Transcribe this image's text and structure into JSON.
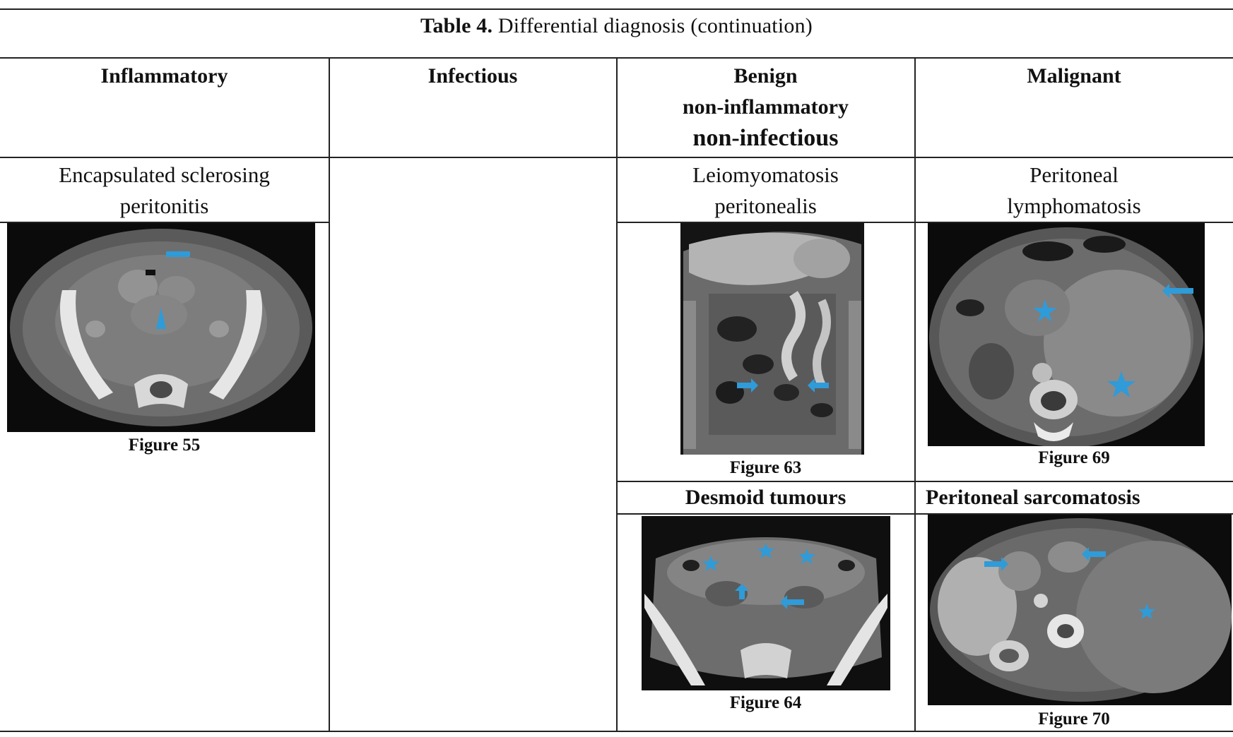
{
  "caption": {
    "label": "Table 4.",
    "text": "Differential diagnosis (continuation)"
  },
  "columns": [
    {
      "lines": [
        "Inflammatory"
      ]
    },
    {
      "lines": [
        "Infectious"
      ]
    },
    {
      "lines": [
        "Benign",
        "non-inflammatory",
        "non-infectious"
      ]
    },
    {
      "lines": [
        "Malignant"
      ]
    }
  ],
  "entries": {
    "inflammatory": {
      "lines": [
        "Encapsulated sclerosing",
        "peritonitis"
      ],
      "figure": "Figure 55"
    },
    "benign_1": {
      "lines": [
        "Leiomyomatosis",
        "peritonealis"
      ],
      "figure": "Figure 63"
    },
    "benign_2": {
      "title": "Desmoid tumours",
      "figure": "Figure 64"
    },
    "malignant_1": {
      "lines": [
        "Peritoneal",
        "lymphomatosis"
      ],
      "figure": "Figure 69"
    },
    "malignant_2": {
      "title": "Peritoneal sarcomatosis",
      "figure": "Figure 70"
    }
  },
  "colors": {
    "annotation_blue": "#2f9bd8",
    "rule": "#222222"
  },
  "icons": [
    "arrow-annotation-icon",
    "arrowhead-annotation-icon",
    "star-annotation-icon"
  ]
}
